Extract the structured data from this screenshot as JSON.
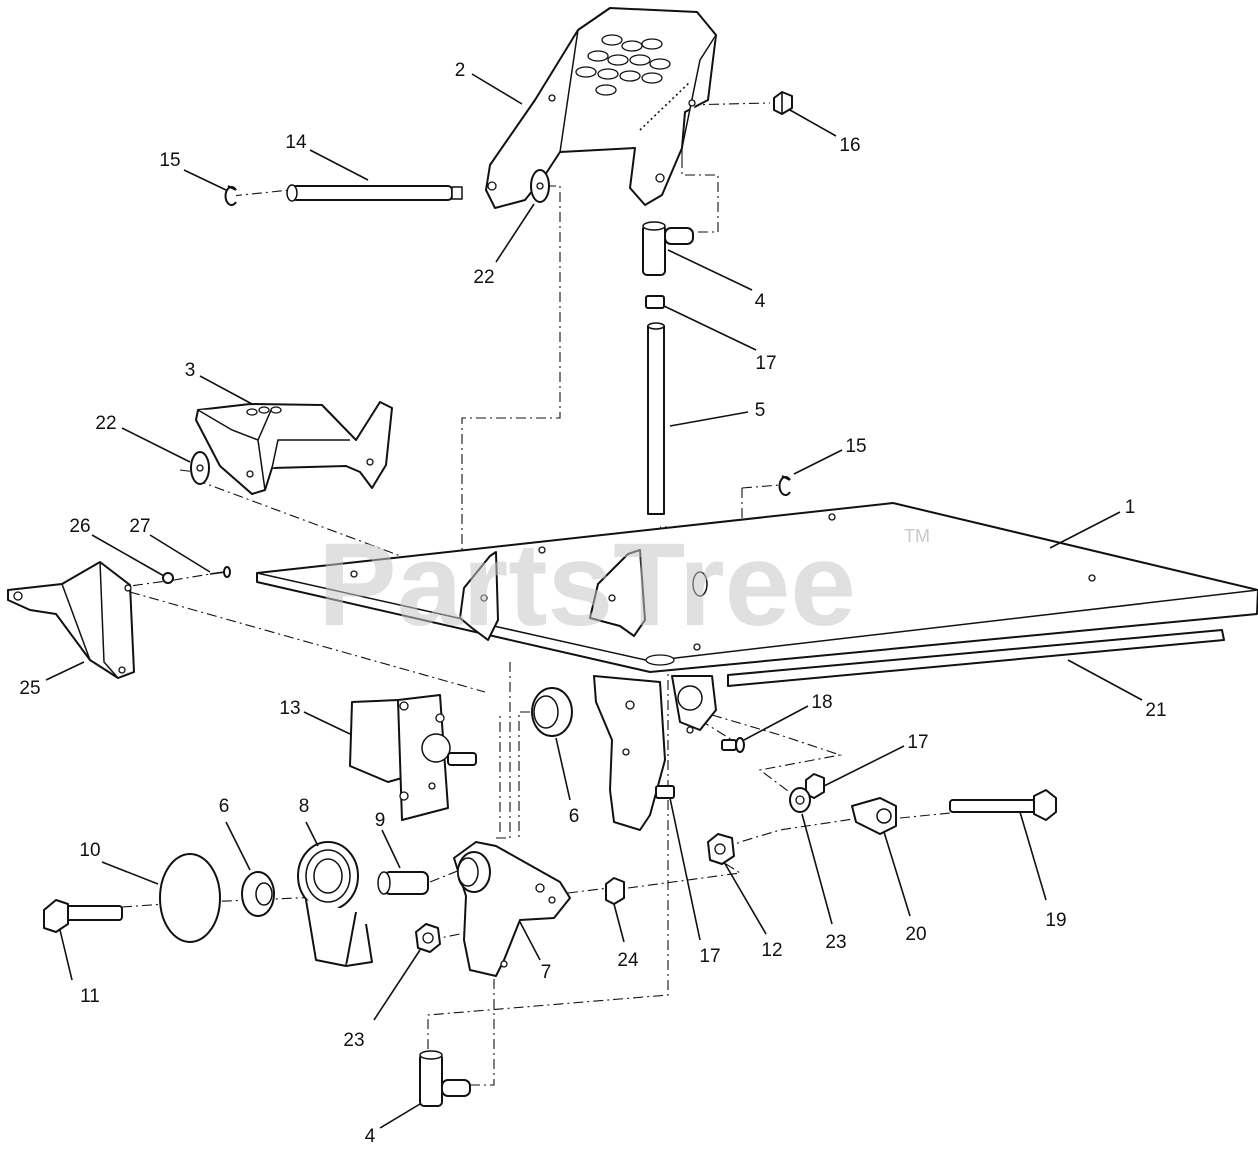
{
  "watermark": {
    "text": "PartsTree",
    "mark": "TM"
  },
  "callouts": [
    {
      "label": "2"
    },
    {
      "label": "14"
    },
    {
      "label": "15"
    },
    {
      "label": "16"
    },
    {
      "label": "22"
    },
    {
      "label": "4"
    },
    {
      "label": "17"
    },
    {
      "label": "3"
    },
    {
      "label": "22"
    },
    {
      "label": "5"
    },
    {
      "label": "15"
    },
    {
      "label": "1"
    },
    {
      "label": "26"
    },
    {
      "label": "27"
    },
    {
      "label": "25"
    },
    {
      "label": "21"
    },
    {
      "label": "13"
    },
    {
      "label": "18"
    },
    {
      "label": "17"
    },
    {
      "label": "6"
    },
    {
      "label": "6"
    },
    {
      "label": "8"
    },
    {
      "label": "9"
    },
    {
      "label": "10"
    },
    {
      "label": "11"
    },
    {
      "label": "23"
    },
    {
      "label": "7"
    },
    {
      "label": "24"
    },
    {
      "label": "17"
    },
    {
      "label": "12"
    },
    {
      "label": "23"
    },
    {
      "label": "20"
    },
    {
      "label": "19"
    },
    {
      "label": "4"
    }
  ]
}
